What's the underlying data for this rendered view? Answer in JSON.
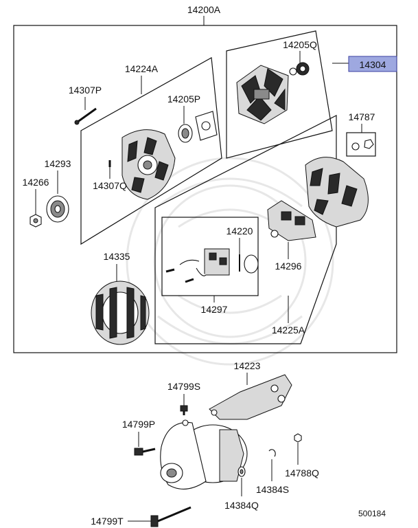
{
  "diagram": {
    "labels": {
      "assembly_top": "14200A",
      "highlight": "14304",
      "p14205Q": "14205Q",
      "p14224A": "14224A",
      "p14307P": "14307P",
      "p14205P": "14205P",
      "p14787": "14787",
      "p14293": "14293",
      "p14266": "14266",
      "p14307Q": "14307Q",
      "p14220": "14220",
      "p14335": "14335",
      "p14296": "14296",
      "p14297": "14297",
      "p14225A": "14225A",
      "p14223": "14223",
      "p14799S": "14799S",
      "p14799P": "14799P",
      "p14788Q": "14788Q",
      "p14384S": "14384S",
      "p14384Q": "14384Q",
      "p14799T": "14799T",
      "figure_number": "500184"
    },
    "colors": {
      "highlight_fill": "#9ea8e0",
      "highlight_border": "#3b3fa0",
      "line": "#111111",
      "watermark": "#e7e7e7"
    }
  }
}
